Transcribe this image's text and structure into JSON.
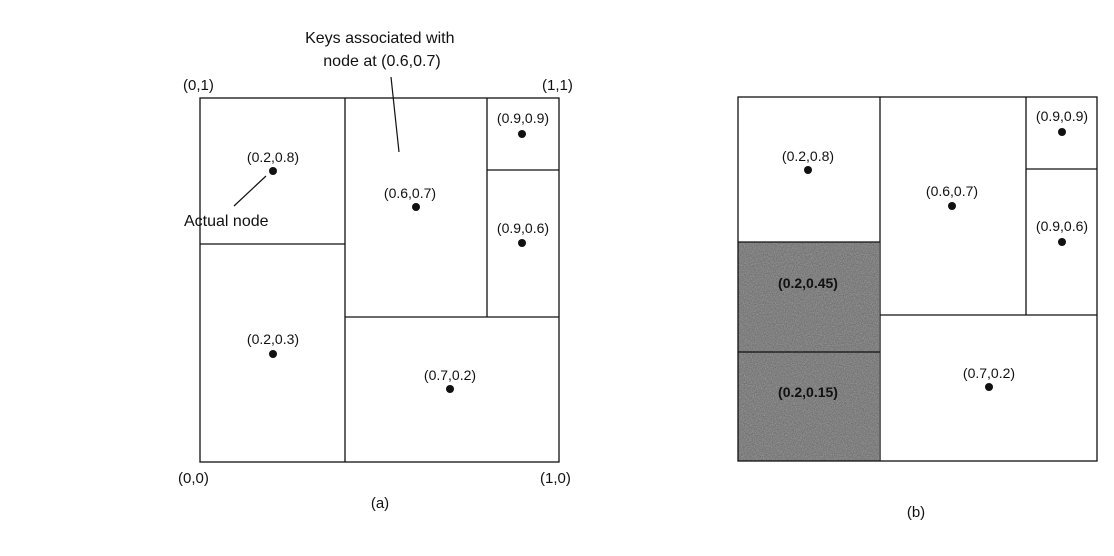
{
  "figure_a": {
    "caption": "(a)",
    "corners": {
      "top_left": "(0,1)",
      "top_right": "(1,1)",
      "bottom_left": "(0,0)",
      "bottom_right": "(1,0)"
    },
    "annotation_keys": "Keys associated with\nnode at (0.6,0.7)",
    "annotation_node": "Actual node",
    "nodes": [
      {
        "label": "(0.2,0.8)"
      },
      {
        "label": "(0.6,0.7)"
      },
      {
        "label": "(0.9,0.9)"
      },
      {
        "label": "(0.9,0.6)"
      },
      {
        "label": "(0.2,0.3)"
      },
      {
        "label": "(0.7,0.2)"
      }
    ]
  },
  "figure_b": {
    "caption": "(b)",
    "nodes": [
      {
        "label": "(0.2,0.8)"
      },
      {
        "label": "(0.6,0.7)"
      },
      {
        "label": "(0.9,0.9)"
      },
      {
        "label": "(0.9,0.6)"
      },
      {
        "label": "(0.7,0.2)"
      }
    ],
    "shaded_regions": [
      {
        "label": "(0.2,0.45)"
      },
      {
        "label": "(0.2,0.15)"
      }
    ]
  }
}
